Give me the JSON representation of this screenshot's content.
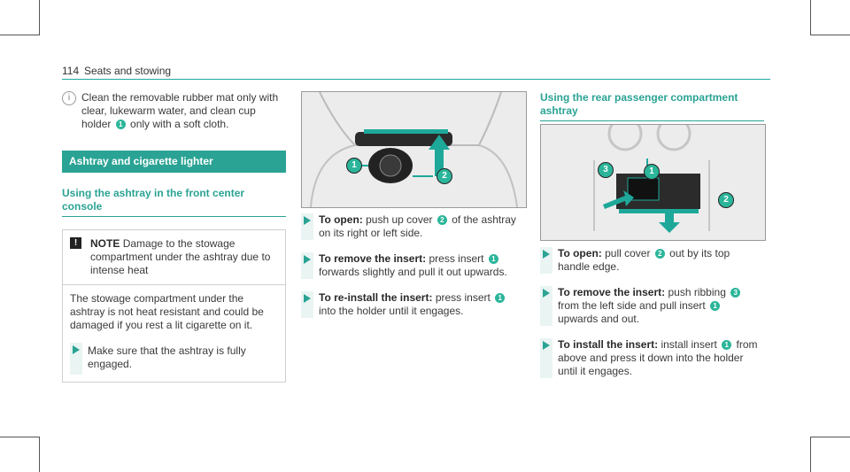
{
  "header": {
    "page_number": "114",
    "section": "Seats and stowing"
  },
  "col1": {
    "info_text_a": "Clean the removable rubber mat only with clear, lukewarm water, and clean cup holder",
    "info_badge": "1",
    "info_text_b": "only with a soft cloth.",
    "band_title": "Ashtray and cigarette lighter",
    "sub_title": "Using the ashtray in the front center console",
    "note_label": "NOTE",
    "note_text": "Damage to the stowage compartment under the ashtray due to intense heat",
    "note_body": "The stowage compartment under the ashtray is not heat resistant and could be damaged if you rest a lit cigarette on it.",
    "step_text": "Make sure that the ashtray is fully engaged."
  },
  "col2": {
    "figure_badges": [
      "1",
      "2"
    ],
    "steps": [
      {
        "bold": "To open:",
        "pre": "push up cover",
        "badge": "2",
        "post": "of the ashtray on its right or left side."
      },
      {
        "bold": "To remove the insert:",
        "pre": "press insert",
        "badge": "1",
        "post": "forwards slightly and pull it out upwards."
      },
      {
        "bold": "To re-install the insert:",
        "pre": "press insert",
        "badge": "1",
        "post": "into the holder until it engages."
      }
    ]
  },
  "col3": {
    "sub_title": "Using the rear passenger compartment ashtray",
    "figure_badges": [
      "1",
      "2",
      "3"
    ],
    "steps": [
      {
        "bold": "To open:",
        "pre": "pull cover",
        "badge": "2",
        "post": "out by its top handle edge."
      },
      {
        "bold": "To remove the insert:",
        "pre": "push ribbing",
        "badge": "3",
        "mid": "from the left side and pull insert",
        "badge2": "1",
        "post": "upwards and out."
      },
      {
        "bold": "To install the insert:",
        "pre": "install insert",
        "badge": "1",
        "post": "from above and press it down into the holder until it engages."
      }
    ]
  },
  "colors": {
    "accent": "#2aa394",
    "badge": "#2bb59a"
  }
}
